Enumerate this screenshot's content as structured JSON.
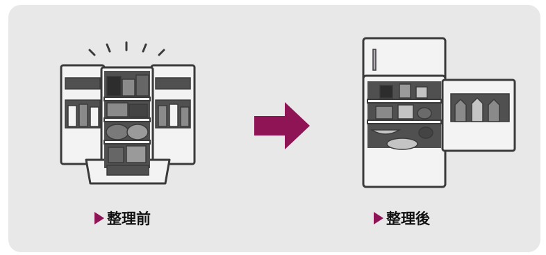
{
  "before": {
    "label": "整理前"
  },
  "after": {
    "label": "整理後"
  },
  "colors": {
    "panel_bg": "#e8e8e9",
    "accent": "#8e1456",
    "outline": "#3a3a3a"
  },
  "icons": {
    "before_image": "messy-refrigerator-illustration",
    "after_image": "organized-refrigerator-illustration",
    "transition": "right-arrow-icon",
    "caption_marker": "triangle-marker-icon"
  }
}
